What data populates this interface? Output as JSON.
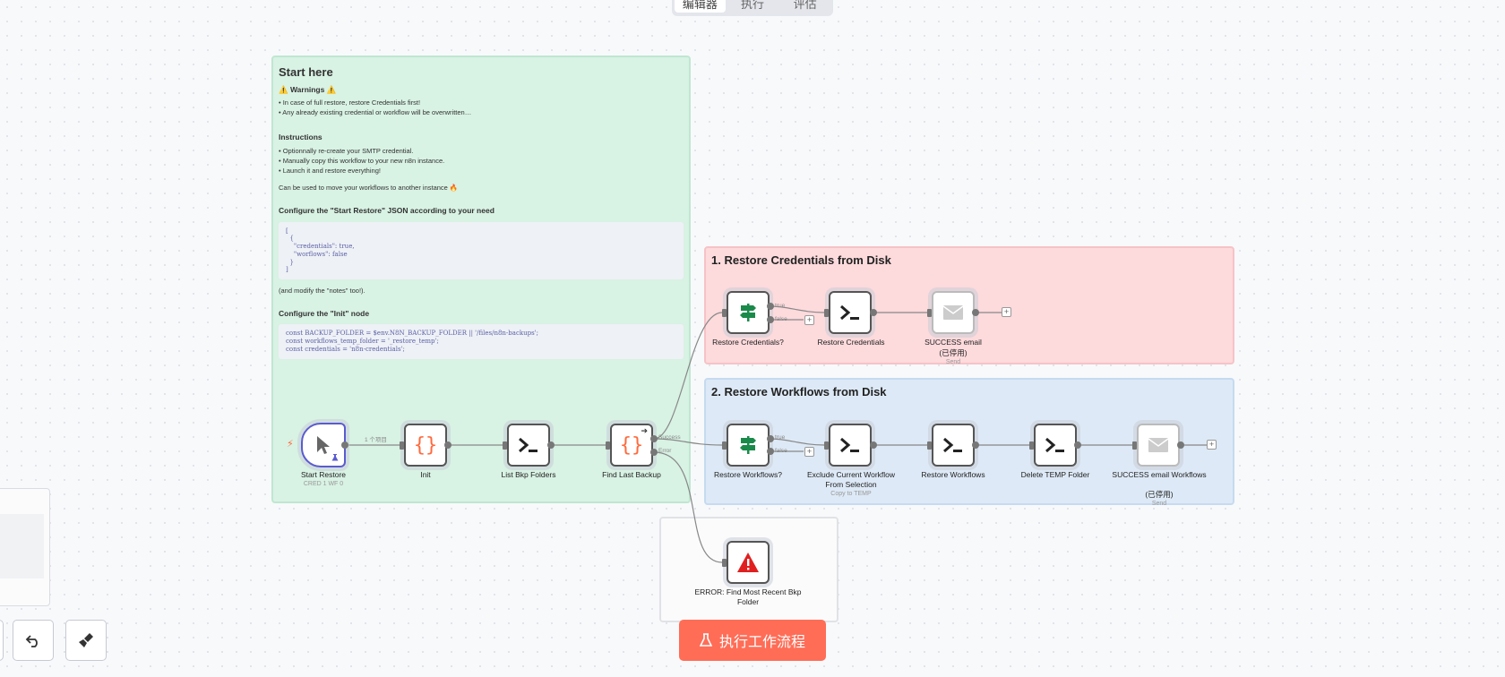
{
  "view_tabs": [
    {
      "label": "编辑器",
      "active": true
    },
    {
      "label": "执行",
      "active": false
    },
    {
      "label": "评估",
      "active": false
    }
  ],
  "start_note": {
    "title": "Start here",
    "warnings_title": "⚠️ Warnings ⚠️",
    "warnings": [
      "• In case of full restore, restore Credentials first!",
      "• Any already existing credential or workflow will be overwritten…"
    ],
    "instructions_title": "Instructions",
    "instructions": [
      "• Optionnally re-create your SMTP credential.",
      "• Manually copy this workflow to your new n8n instance.",
      "• Launch it and restore everything!"
    ],
    "move_note": "Can be used to move your workflows to another instance 🔥",
    "configure_start_title": "Configure the \"Start Restore\" JSON according to your need",
    "start_json": "[\n  {\n    \"credentials\": true,\n    \"worflows\": false\n  }\n]",
    "modify_notes": "(and modify the \"notes\" too!).",
    "configure_init_title": "Configure the \"Init\" node",
    "init_code": "const BACKUP_FOLDER = $env.N8N_BACKUP_FOLDER || '/files/n8n-backups';\nconst workflows_temp_folder = '_restore_temp';\nconst credentials = 'n8n-credentials';"
  },
  "credentials_note": {
    "title": "1. Restore Credentials from Disk"
  },
  "workflows_note": {
    "title": "2. Restore Workflows from Disk"
  },
  "nodes": {
    "start_restore": {
      "label": "Start Restore",
      "sub": "CRED 1 WF 0",
      "icon": "cursor-icon"
    },
    "init": {
      "label": "Init",
      "icon": "code-braces-icon"
    },
    "list_bkp": {
      "label": "List Bkp Folders",
      "icon": "terminal-icon"
    },
    "find_last": {
      "label": "Find Last Backup",
      "icon": "code-braces-icon"
    },
    "restore_cred_if": {
      "label": "Restore Credentials?",
      "icon": "if-signpost-icon"
    },
    "restore_cred": {
      "label": "Restore Credentials",
      "icon": "terminal-icon"
    },
    "success_email": {
      "label": "SUCCESS email",
      "status": "(已停用)",
      "sub": "Send",
      "icon": "mail-icon"
    },
    "restore_wf_if": {
      "label": "Restore Workflows?",
      "icon": "if-signpost-icon"
    },
    "exclude_current": {
      "label": "Exclude Current Workflow From Selection",
      "sub": "Copy to TEMP",
      "icon": "terminal-icon"
    },
    "restore_wf": {
      "label": "Restore Workflows",
      "icon": "terminal-icon"
    },
    "delete_temp": {
      "label": "Delete TEMP Folder",
      "icon": "terminal-icon"
    },
    "success_email_wf": {
      "label": "SUCCESS email Workflows",
      "status": "(已停用)",
      "sub": "Send",
      "icon": "mail-icon"
    },
    "error_node": {
      "label": "ERROR: Find Most Recent Bkp Folder",
      "icon": "warning-icon"
    }
  },
  "connection_labels": {
    "items_count": "1 个项目",
    "true": "true",
    "false": "false",
    "success": "Success",
    "error": "Error"
  },
  "execute_button": {
    "label": "执行工作流程",
    "icon": "flask-icon"
  },
  "colors": {
    "accent": "#ff6d57",
    "green_note": "#d8f2e4",
    "red_note": "#fddadc",
    "blue_note": "#dde9f6",
    "code_text": "#5a5fa6"
  }
}
